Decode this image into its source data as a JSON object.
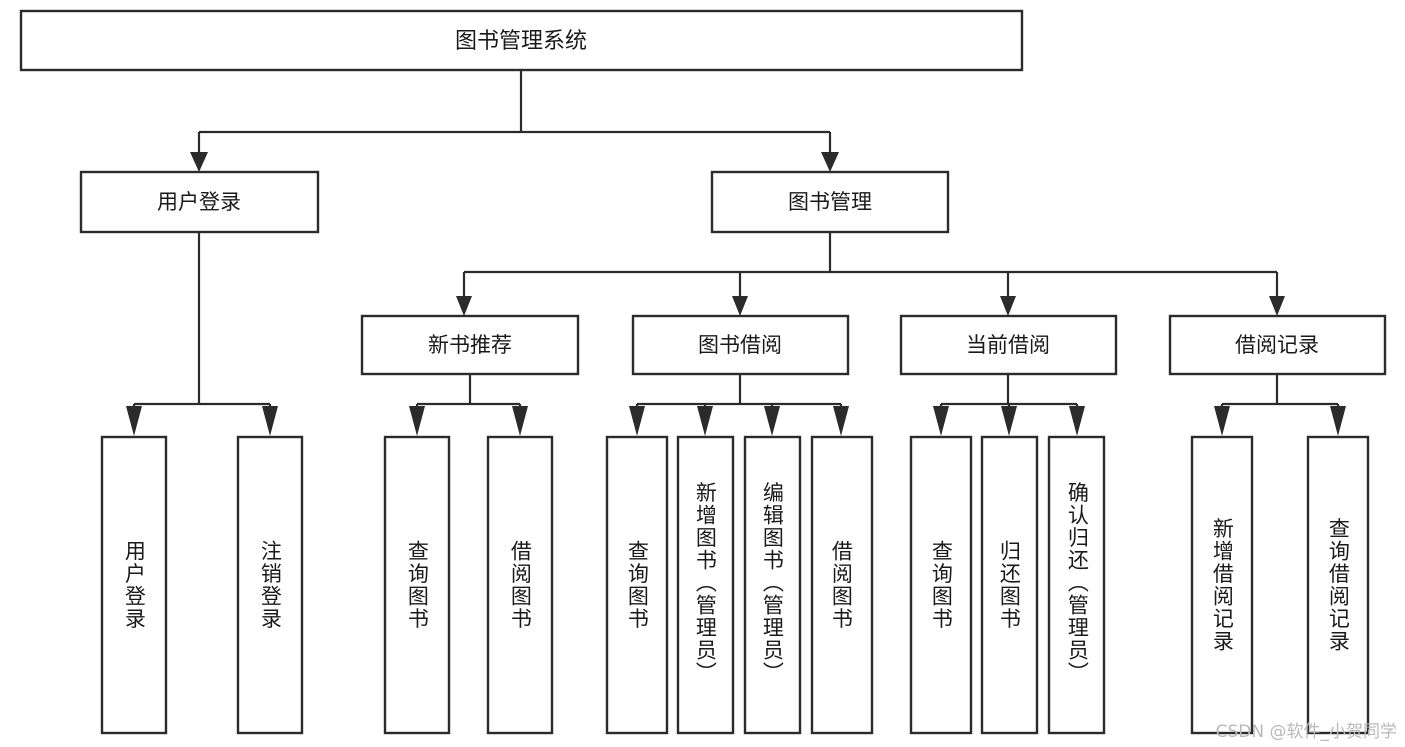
{
  "diagram": {
    "title": "图书管理系统",
    "type": "tree",
    "watermark": "CSDN @软件_小贺同学",
    "colors": {
      "stroke": "#2b2b2b",
      "fill": "#ffffff",
      "text": "#1a1a1a",
      "watermark": "#b9b9b9",
      "background": "#ffffff"
    },
    "root": {
      "label": "图书管理系统"
    },
    "level2": [
      {
        "label": "用户登录"
      },
      {
        "label": "图书管理"
      }
    ],
    "level3": [
      {
        "label": "新书推荐"
      },
      {
        "label": "图书借阅"
      },
      {
        "label": "当前借阅"
      },
      {
        "label": "借阅记录"
      }
    ],
    "leaves": {
      "user_login": [
        {
          "label": "用户登录"
        },
        {
          "label": "注销登录"
        }
      ],
      "new_book_recommend": [
        {
          "label": "查询图书"
        },
        {
          "label": "借阅图书"
        }
      ],
      "book_borrow": [
        {
          "label": "查询图书"
        },
        {
          "label": "新增图书（管理员）"
        },
        {
          "label": "编辑图书（管理员）"
        },
        {
          "label": "借阅图书"
        }
      ],
      "current_borrow": [
        {
          "label": "查询图书"
        },
        {
          "label": "归还图书"
        },
        {
          "label": "确认归还（管理员）"
        }
      ],
      "borrow_record": [
        {
          "label": "新增借阅记录"
        },
        {
          "label": "查询借阅记录"
        }
      ]
    }
  }
}
